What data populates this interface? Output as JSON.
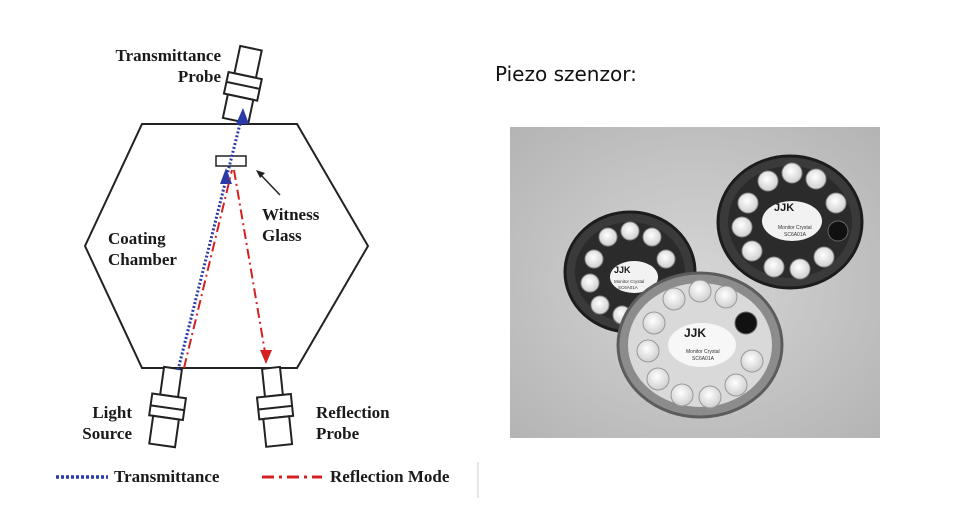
{
  "diagram": {
    "labels": {
      "transmittance_probe": "Transmittance\nProbe",
      "witness_glass": "Witness\nGlass",
      "coating_chamber": "Coating\nChamber",
      "light_source": "Light\nSource",
      "reflection_probe": "Reflection\nProbe"
    },
    "legend": {
      "transmittance": "Transmittance",
      "reflection": "Reflection Mode"
    },
    "colors": {
      "transmittance_line": "#2a3aa8",
      "reflection_line": "#d42020",
      "outline": "#222222"
    }
  },
  "photo_section": {
    "caption": "Piezo szenzor:",
    "crystal_holders": [
      {
        "logo": "JJK",
        "label": "Monitor Crystal",
        "code": "SC6A01A"
      },
      {
        "logo": "JJK",
        "label": "Monitor Crystal",
        "code": "SC6A01A"
      },
      {
        "logo": "JJK",
        "label": "Monitor Crystal",
        "code": "SC6A01A"
      }
    ]
  }
}
